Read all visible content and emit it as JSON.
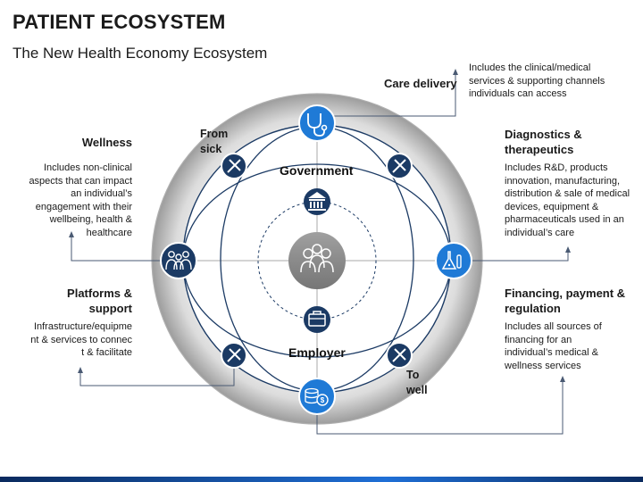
{
  "title": "PATIENT ECOSYSTEM",
  "subtitle": "The New Health Economy Ecosystem",
  "rings": {
    "government": "Government",
    "employer": "Employer"
  },
  "arc_labels": {
    "from_sick": "From\nsick",
    "to_well": "To\nwell"
  },
  "sections": {
    "care_delivery": {
      "heading": "Care delivery",
      "body": "Includes the clinical/medical services & supporting channels individuals can access"
    },
    "wellness": {
      "heading": "Wellness",
      "body": "Includes non-clinical aspects that can impact an individual’s engagement with their wellbeing, health & healthcare"
    },
    "diagnostics": {
      "heading": "Diagnostics & therapeutics",
      "body": "Includes R&D, products innovation, manufacturing, distribution & sale of medical devices, equipment & pharmaceuticals used in an individual’s care"
    },
    "platforms": {
      "heading": "Platforms & support",
      "body": "Infrastructure/equipment & services to connect & facilitate"
    },
    "financing": {
      "heading": "Financing, payment & regulation",
      "body": "Includes all sources of financing for an individual’s medical & wellness services"
    }
  },
  "colors": {
    "navy": "#1b3a64",
    "accent_blue": "#1f7ad6",
    "center_gray": "#8a8a8a",
    "outer_ring": "#b5b5b5"
  },
  "icons": [
    "stethoscope-icon",
    "group-icon",
    "flask-icon",
    "coins-icon",
    "government-icon",
    "briefcase-icon",
    "patients-icon",
    "pencil-ruler-icon"
  ]
}
